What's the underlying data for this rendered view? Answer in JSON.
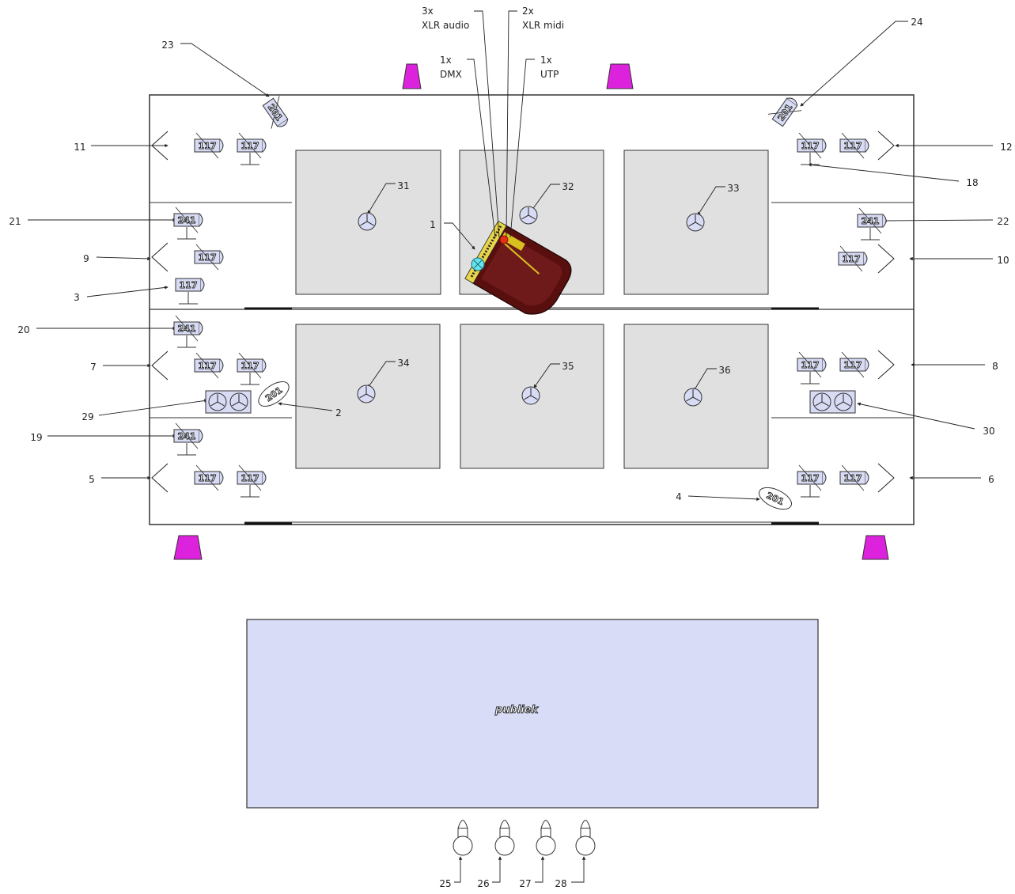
{
  "colors": {
    "stage_border": "#333333",
    "riser_fill": "#e0e0e0",
    "speaker_fill": "#d7dbf4",
    "audience_fill": "#d8dcf6",
    "light_fill": "#dd22dd",
    "piano_body": "#5a0f0f",
    "piano_keys": "#d8c020",
    "cyan_light": "#66e3ee",
    "red_point": "#e53012"
  },
  "cables": [
    {
      "count": "3x",
      "type": "XLR audio"
    },
    {
      "count": "2x",
      "type": "XLR midi"
    },
    {
      "count": "1x",
      "type": "DMX"
    },
    {
      "count": "1x",
      "type": "UTP"
    }
  ],
  "callouts": {
    "c1": "1",
    "c2": "2",
    "c3": "3",
    "c4": "4",
    "c5": "5",
    "c6": "6",
    "c7": "7",
    "c8": "8",
    "c9": "9",
    "c10": "10",
    "c11": "11",
    "c12": "12",
    "c18": "18",
    "c19": "19",
    "c20": "20",
    "c21": "21",
    "c22": "22",
    "c23": "23",
    "c24": "24",
    "c25": "25",
    "c26": "26",
    "c27": "27",
    "c28": "28",
    "c29": "29",
    "c30": "30",
    "c31": "31",
    "c32": "32",
    "c33": "33",
    "c34": "34",
    "c35": "35",
    "c36": "36"
  },
  "speaker_codes": {
    "a": "117",
    "b": "241",
    "c": "201"
  },
  "audience": {
    "label": "publiek"
  }
}
